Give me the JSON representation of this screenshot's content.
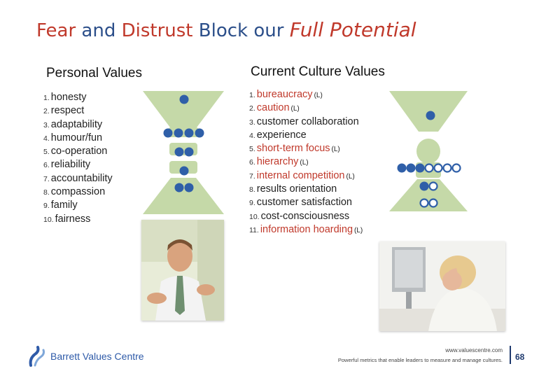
{
  "title": {
    "part1": "Fear",
    "part2": " and ",
    "part3": "Distrust",
    "part4": " Block our ",
    "part5": "Full Potential"
  },
  "personal": {
    "heading": "Personal Values",
    "items": [
      {
        "num": "1.",
        "text": "honesty"
      },
      {
        "num": "2.",
        "text": "respect"
      },
      {
        "num": "3.",
        "text": "adaptability"
      },
      {
        "num": "4.",
        "text": "humour/fun"
      },
      {
        "num": "5.",
        "text": "co-operation"
      },
      {
        "num": "6.",
        "text": "reliability"
      },
      {
        "num": "7.",
        "text": "accountability"
      },
      {
        "num": "8.",
        "text": "compassion"
      },
      {
        "num": "9.",
        "text": "family"
      },
      {
        "num": "10.",
        "text": "fairness"
      }
    ]
  },
  "culture": {
    "heading": "Current Culture Values",
    "items": [
      {
        "num": "1.",
        "text": "bureaucracy",
        "tag": "(L)"
      },
      {
        "num": "2.",
        "text": "caution",
        "tag": "(L)"
      },
      {
        "num": "3.",
        "text": "customer collaboration",
        "tag": ""
      },
      {
        "num": "4.",
        "text": "experience",
        "tag": ""
      },
      {
        "num": "5.",
        "text": "short-term focus",
        "tag": "(L)"
      },
      {
        "num": "6.",
        "text": "hierarchy",
        "tag": "(L)"
      },
      {
        "num": "7.",
        "text": "internal competition",
        "tag": "(L)"
      },
      {
        "num": "8.",
        "text": "results orientation",
        "tag": ""
      },
      {
        "num": "9.",
        "text": "customer satisfaction",
        "tag": ""
      },
      {
        "num": "10.",
        "text": "cost-consciousness",
        "tag": ""
      },
      {
        "num": "11.",
        "text": "information hoarding",
        "tag": "(L)"
      }
    ]
  },
  "footer": {
    "logo_text": "Barrett Values Centre",
    "url": "www.valuescentre.com",
    "tagline": "Powerful metrics that enable leaders to measure and manage cultures.",
    "page_number": "68"
  },
  "colors": {
    "title_red": "#c0392b",
    "title_blue": "#2c4f8a",
    "hourglass_green": "#c5d9a8",
    "dot_blue": "#2f5fa8",
    "brand_blue": "#2e5aa8"
  }
}
